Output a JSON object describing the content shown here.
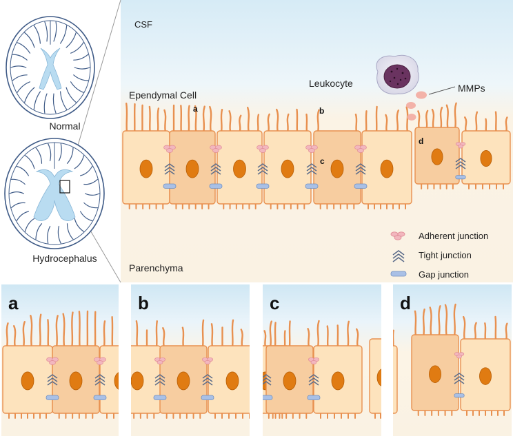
{
  "brains": {
    "normal_label": "Normal",
    "hydro_label": "Hydrocephalus"
  },
  "regions": {
    "csf": "CSF",
    "parenchyma": "Parenchyma"
  },
  "labels": {
    "ependymal": "Ependymal Cell",
    "leukocyte": "Leukocyte",
    "mmps": "MMPs"
  },
  "markers": {
    "a": "a",
    "b": "b",
    "c": "c",
    "d": "d"
  },
  "legend": {
    "adherent": "Adherent junction",
    "tight": "Tight junction",
    "gap": "Gap junction"
  },
  "panels": [
    {
      "letter": "a"
    },
    {
      "letter": "b"
    },
    {
      "letter": "c"
    },
    {
      "letter": "d"
    }
  ],
  "colors": {
    "csf_top": "#d6ebf6",
    "parenchyma": "#faf2e3",
    "cell_fill": "#fde3bd",
    "cell_fill_dark": "#f7cda0",
    "cell_stroke": "#e8904f",
    "nucleus": "#e07b12",
    "cilia": "#e8904f",
    "ventricle": "#b9dcf1",
    "adherent": "#f2b7be",
    "tight": "#5b6c8a",
    "gap": "#a9c0e6"
  }
}
